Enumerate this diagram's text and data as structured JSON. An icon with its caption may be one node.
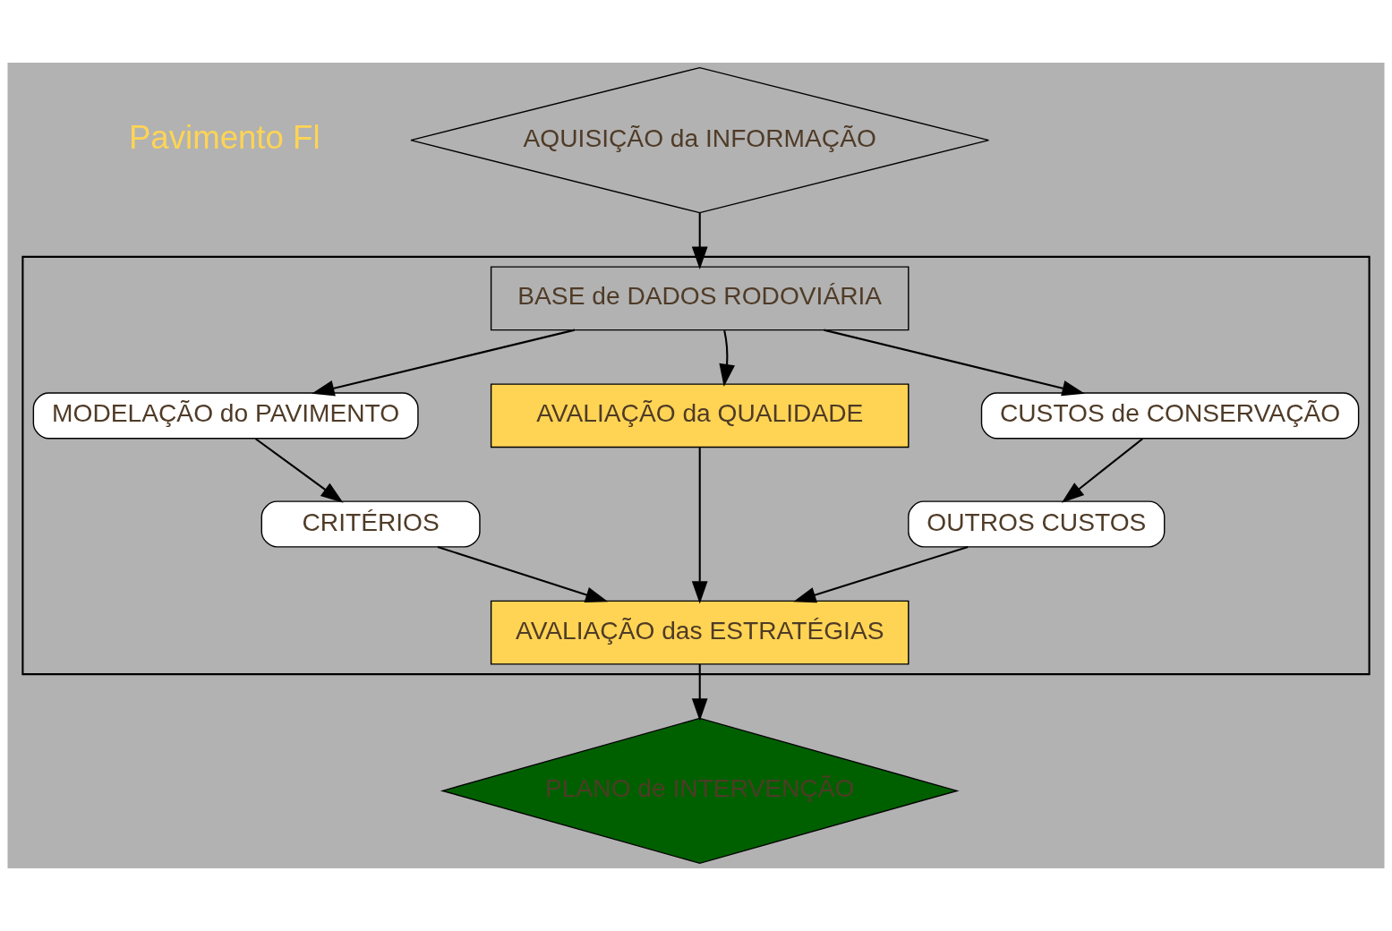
{
  "diagram": {
    "nodes": [
      {
        "text": [
          "AQUISIÇÃO da INFORMAÇÃO"
        ]
      },
      {
        "text": [],
        "shape": "box"
      },
      {
        "text": [
          "BASE de DADOS RODOVIÁRIA"
        ],
        "in": 1
      },
      {
        "text": [
          "MODELAÇÃO do PAVIMENTO"
        ],
        "in": 1
      },
      {
        "text": [
          "AVALIAÇÃO da QUALIDADE"
        ],
        "in": 1
      },
      {
        "text": [
          "CUSTOS de CONSERVAÇÃO"
        ],
        "in": 1
      },
      {
        "text": [
          "CRITÉRIOS"
        ],
        "in": 1
      },
      {
        "text": [
          "OUTROS CUSTOS"
        ],
        "in": 1
      },
      {
        "text": [
          "AVALIAÇÃO das ESTRATÉGIAS"
        ],
        "in": 1
      },
      {
        "text": [
          "PLANO de INTERVENÇÃO"
        ]
      }
    ],
    "edges": [
      {
        "from": 0,
        "to": 2,
        "arrow": "to"
      },
      {
        "from": 2,
        "to": 3,
        "arrow": "to"
      },
      {
        "from": 2,
        "to": 4,
        "arrow": "to"
      },
      {
        "from": 2,
        "to": 5,
        "arrow": "to"
      },
      {
        "from": 3,
        "to": 6,
        "arrow": "to"
      },
      {
        "from": 5,
        "to": 7,
        "arrow": "to"
      },
      {
        "from": 4,
        "to": 8,
        "arrow": "to"
      },
      {
        "from": 6,
        "to": 8,
        "arrow": "to"
      },
      {
        "from": 7,
        "to": 8,
        "arrow": "to"
      },
      {
        "from": 8,
        "to": 9,
        "arrow": "to"
      }
    ],
    "labels": [
      "Pavimento Fl"
    ]
  }
}
